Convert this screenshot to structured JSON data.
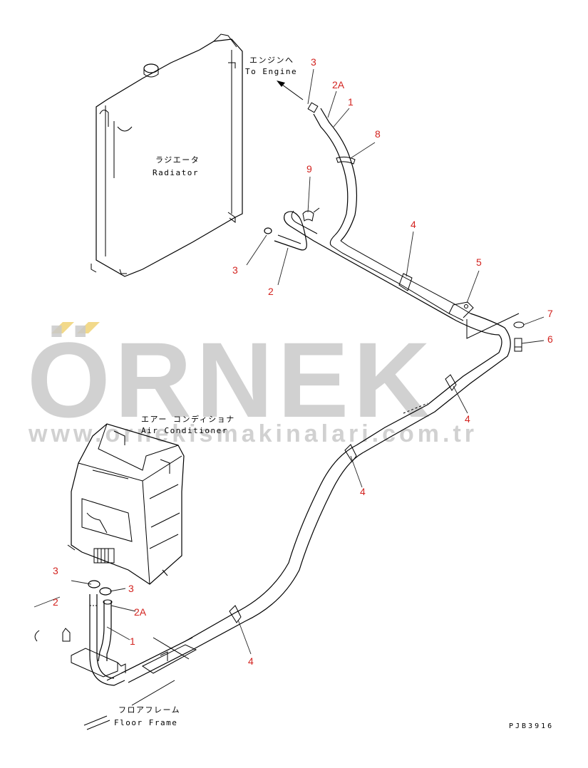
{
  "labels": {
    "engine_jp": "エンジンへ",
    "engine_en": "To Engine",
    "radiator_jp": "ラジエータ",
    "radiator_en": "Radiator",
    "aircon_jp": "エアー コンディショナ",
    "aircon_en": "Air Conditioner",
    "floor_jp": "フロアフレーム",
    "floor_en": "Floor Frame"
  },
  "drawing_code": "PJB3916",
  "watermark": {
    "brand": "ÖRNEK",
    "url": "www.ornekismakinalari.com.tr",
    "accent_color": "#f2d98a",
    "text_color": "#c9c9c9"
  },
  "callouts": {
    "c3a": "3",
    "c2a_top": "2A",
    "c1_top": "1",
    "c8": "8",
    "c9": "9",
    "c3b": "3",
    "c2b": "2",
    "c4a": "4",
    "c5": "5",
    "c7": "7",
    "c6": "6",
    "c4b": "4",
    "c4c": "4",
    "c3c": "3",
    "c3d": "3",
    "c2c": "2",
    "c2a_bot": "2A",
    "c1_bot": "1",
    "c4d": "4"
  },
  "colors": {
    "callout": "#d3231f",
    "line": "#000000"
  }
}
